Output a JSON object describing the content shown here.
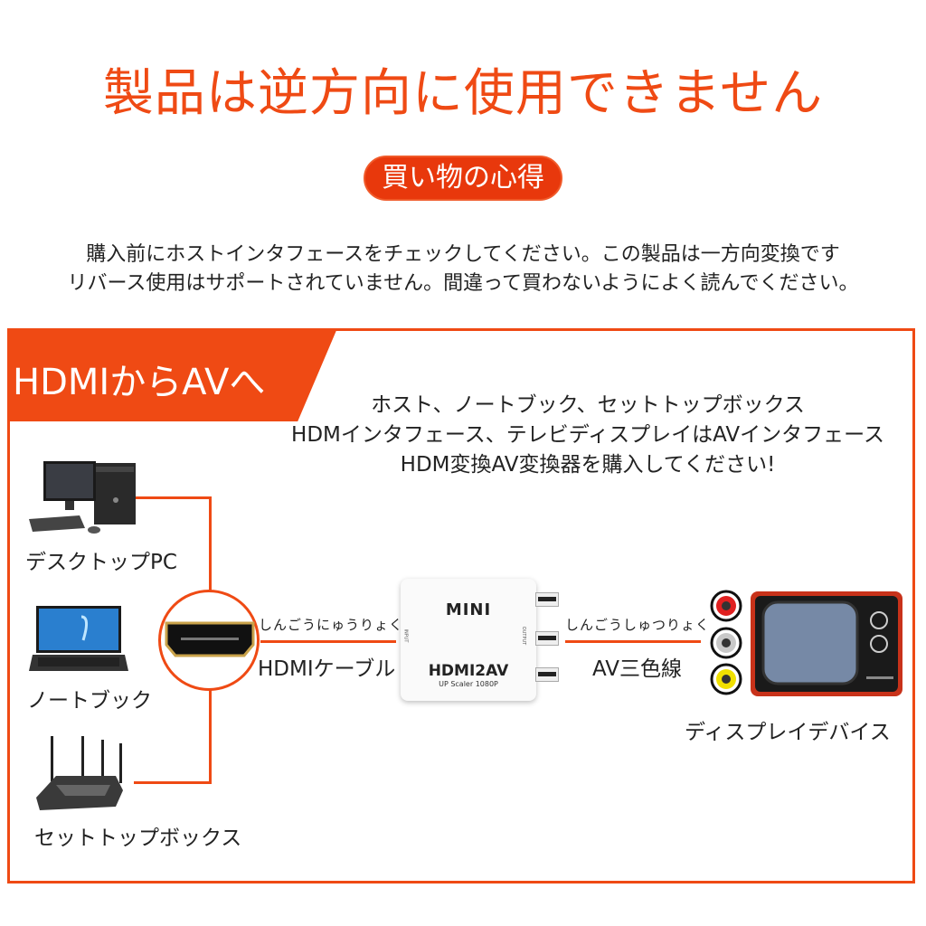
{
  "title": "製品は逆方向に使用できません",
  "badge": "買い物の心得",
  "intro": {
    "line1": "購入前にホストインタフェースをチェックしてください。この製品は一方向変換です",
    "line2": "リバース使用はサポートされていません。間違って買わないようによく読んでください。"
  },
  "section": {
    "heading": "HDMIからAVへ",
    "description": [
      "ホスト、ノートブック、セットトップボックス",
      "HDMインタフェース、テレビディスプレイはAVインタフェース",
      "HDM変換AV変換器を購入してください!"
    ]
  },
  "sources": [
    {
      "label": "デスクトップPC",
      "icon": "desktop-pc-icon"
    },
    {
      "label": "ノートブック",
      "icon": "laptop-icon"
    },
    {
      "label": "セットトップボックス",
      "icon": "router-icon"
    }
  ],
  "input": {
    "caption": "しんごうにゅうりょく",
    "cable": "HDMIケーブル"
  },
  "device": {
    "brand": "MINI",
    "model": "HDMI2AV",
    "subtitle": "UP Scaler 1080P",
    "input_port": "INPUT",
    "output_port": "OUTPUT"
  },
  "output": {
    "caption": "しんごうしゅつりょく",
    "cable": "AV三色線"
  },
  "display": {
    "label": "ディスプレイデバイス"
  },
  "colors": {
    "accent": "#ef4a14",
    "rca": [
      "#e02020",
      "#c8c8c8",
      "#f0e000"
    ]
  }
}
